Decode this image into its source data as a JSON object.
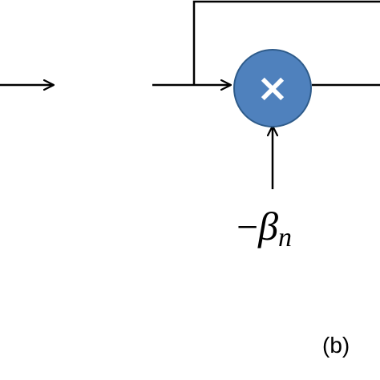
{
  "diagram": {
    "multiplier": {
      "symbol": "×",
      "fill_color": "#4f81bd",
      "stroke_color": "#2e5b8a"
    },
    "coefficient": {
      "sign": "−",
      "symbol": "β",
      "subscript": "n"
    },
    "panel_label": "(b)",
    "line_color": "#000000"
  }
}
